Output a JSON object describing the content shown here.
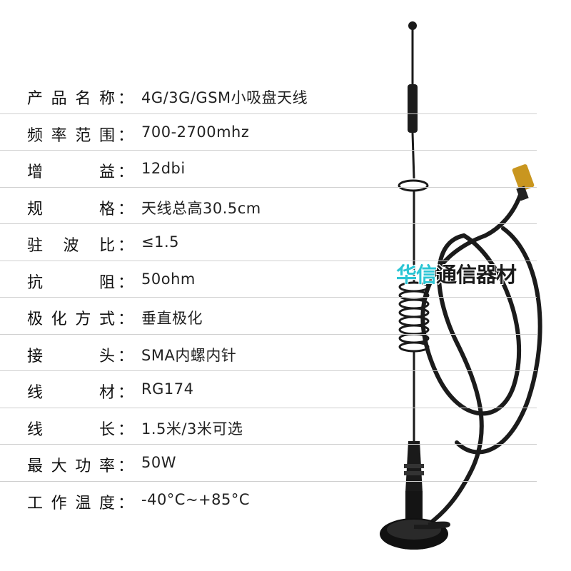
{
  "specs": [
    {
      "label": "产品名称",
      "value": "4G/3G/GSM小吸盘天线"
    },
    {
      "label": "频率范围",
      "value": "700-2700mhz"
    },
    {
      "label": "增益",
      "value": "12dbi"
    },
    {
      "label": "规格",
      "value": "天线总高30.5cm"
    },
    {
      "label": "驻波比",
      "value": "≤1.5"
    },
    {
      "label": "抗阻",
      "value": "50ohm"
    },
    {
      "label": "极化方式",
      "value": "垂直极化"
    },
    {
      "label": "接头",
      "value": "SMA内螺内针"
    },
    {
      "label": "线材",
      "value": "RG174"
    },
    {
      "label": "线长",
      "value": "1.5米/3米可选"
    },
    {
      "label": "最大功率",
      "value": "50W"
    },
    {
      "label": "工作温度",
      "value": "-40°C~+85°C"
    }
  ],
  "colon": "：",
  "watermark": {
    "accent_text": "华信",
    "rest_text": "通信器材",
    "accent_color": "#2bc5d4"
  }
}
